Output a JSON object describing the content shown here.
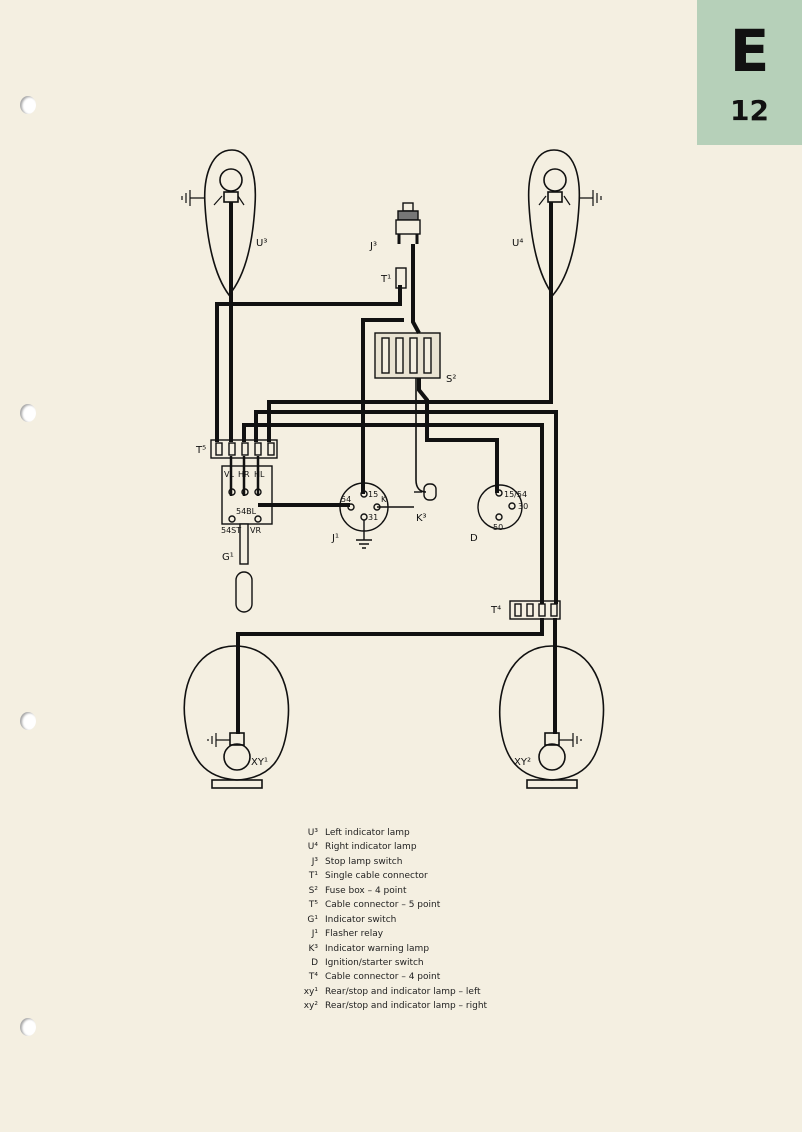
{
  "section_tab": {
    "letter": "E",
    "number": "12"
  },
  "components": {
    "u3": "U³",
    "u4": "U⁴",
    "j3": "J³",
    "t1": "T¹",
    "s2": "S²",
    "t5": "T⁵",
    "vl": "VL",
    "hr": "HR",
    "hl": "HL",
    "t54bl": "54BL",
    "t54st": "54ST",
    "vr": "VR",
    "g1": "G¹",
    "j1": "J¹",
    "t54": "54",
    "t15": "15",
    "tk": "K",
    "t31": "31",
    "k3": "K³",
    "d": "D",
    "t1554": "15/54",
    "t30": "30",
    "t50": "50",
    "t4": "T⁴",
    "xy1": "XY¹",
    "xy2": "XY²"
  },
  "legend": [
    {
      "code": "U³",
      "text": "Left indicator lamp"
    },
    {
      "code": "U⁴",
      "text": "Right indicator lamp"
    },
    {
      "code": "J³",
      "text": "Stop lamp switch"
    },
    {
      "code": "T¹",
      "text": "Single cable connector"
    },
    {
      "code": "S²",
      "text": "Fuse box – 4 point"
    },
    {
      "code": "T⁵",
      "text": "Cable connector – 5 point"
    },
    {
      "code": "G¹",
      "text": "Indicator switch"
    },
    {
      "code": "J¹",
      "text": "Flasher relay"
    },
    {
      "code": "K³",
      "text": "Indicator warning lamp"
    },
    {
      "code": "D",
      "text": "Ignition/starter switch"
    },
    {
      "code": "T⁴",
      "text": "Cable connector – 4 point"
    },
    {
      "code": "xy¹",
      "text": "Rear/stop and indicator lamp – left"
    },
    {
      "code": "xy²",
      "text": "Rear/stop and indicator lamp – right"
    }
  ],
  "colors": {
    "paper": "#f4efe1",
    "tab": "#b6d0b9",
    "wire": "#111111"
  }
}
